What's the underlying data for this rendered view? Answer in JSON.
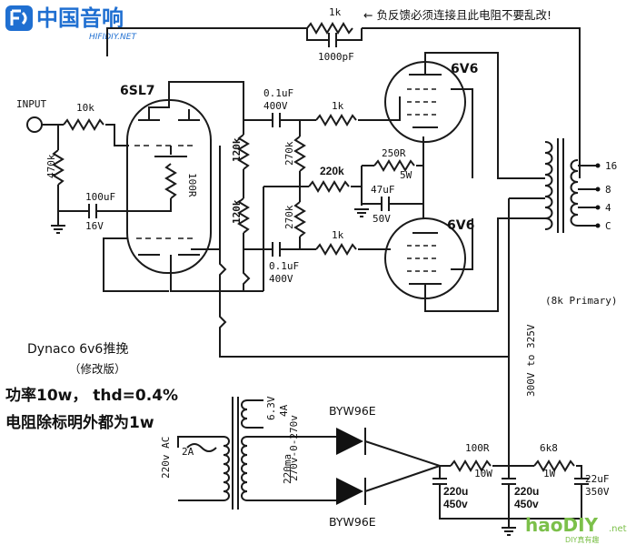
{
  "logo": {
    "text": "中国音响",
    "url": "HIFIDIY.NET"
  },
  "watermark": {
    "brand": "haoDIY",
    "suffix": ".net",
    "sub": "DIY真有趣"
  },
  "notes": {
    "feedback": "← 负反馈必须连接且此电阻不要乱改!",
    "title": "Dynaco 6v6推挽",
    "subtitle": "（修改版）",
    "spec": "功率10w， thd=0.4%",
    "resistor_note": "电阻除标明外都为1w"
  },
  "labels": {
    "input": "INPUT",
    "r10k": "10k",
    "r470k": "470k",
    "tube_6sl7": "6SL7",
    "r100r_cath": "100R",
    "c100uf": "100uF",
    "v16": "16V",
    "c01_top": "0.1uF",
    "v400_top": "400V",
    "r1k_top": "1k",
    "r120k_a": "120k",
    "r120k_b": "120k",
    "r270k_a": "270k",
    "r270k_b": "270k",
    "r220k": "220k",
    "r250r": "250R",
    "w5": "5W",
    "c47uf": "47uF",
    "v50": "50V",
    "c01_bot": "0.1uF",
    "v400_bot": "400V",
    "r1k_bot": "1k",
    "tube_6v6_top": "6V6",
    "tube_6v6_bot": "6V6",
    "fb_r": "1k",
    "fb_c": "1000pF",
    "tap16": "16",
    "tap8": "8",
    "tap4": "4",
    "tapc": "C",
    "primary": "(8k Primary)",
    "b_plus": "300V to 325V",
    "v63": "6.3V",
    "a4": "4A",
    "ac220": "220v AC",
    "fuse2a": "2A",
    "hv_sec": "270v-0-270v",
    "ma220": "220ma",
    "diode1": "BYW96E",
    "diode2": "BYW96E",
    "r100r_ps": "100R",
    "w10": "10W",
    "c220u_a": "220u",
    "v450_a": "450v",
    "r6k8": "6k8",
    "w1": "1W",
    "c220u_b": "220u",
    "v450_b": "450v",
    "c22uf": "22uF",
    "v350": "350V"
  }
}
